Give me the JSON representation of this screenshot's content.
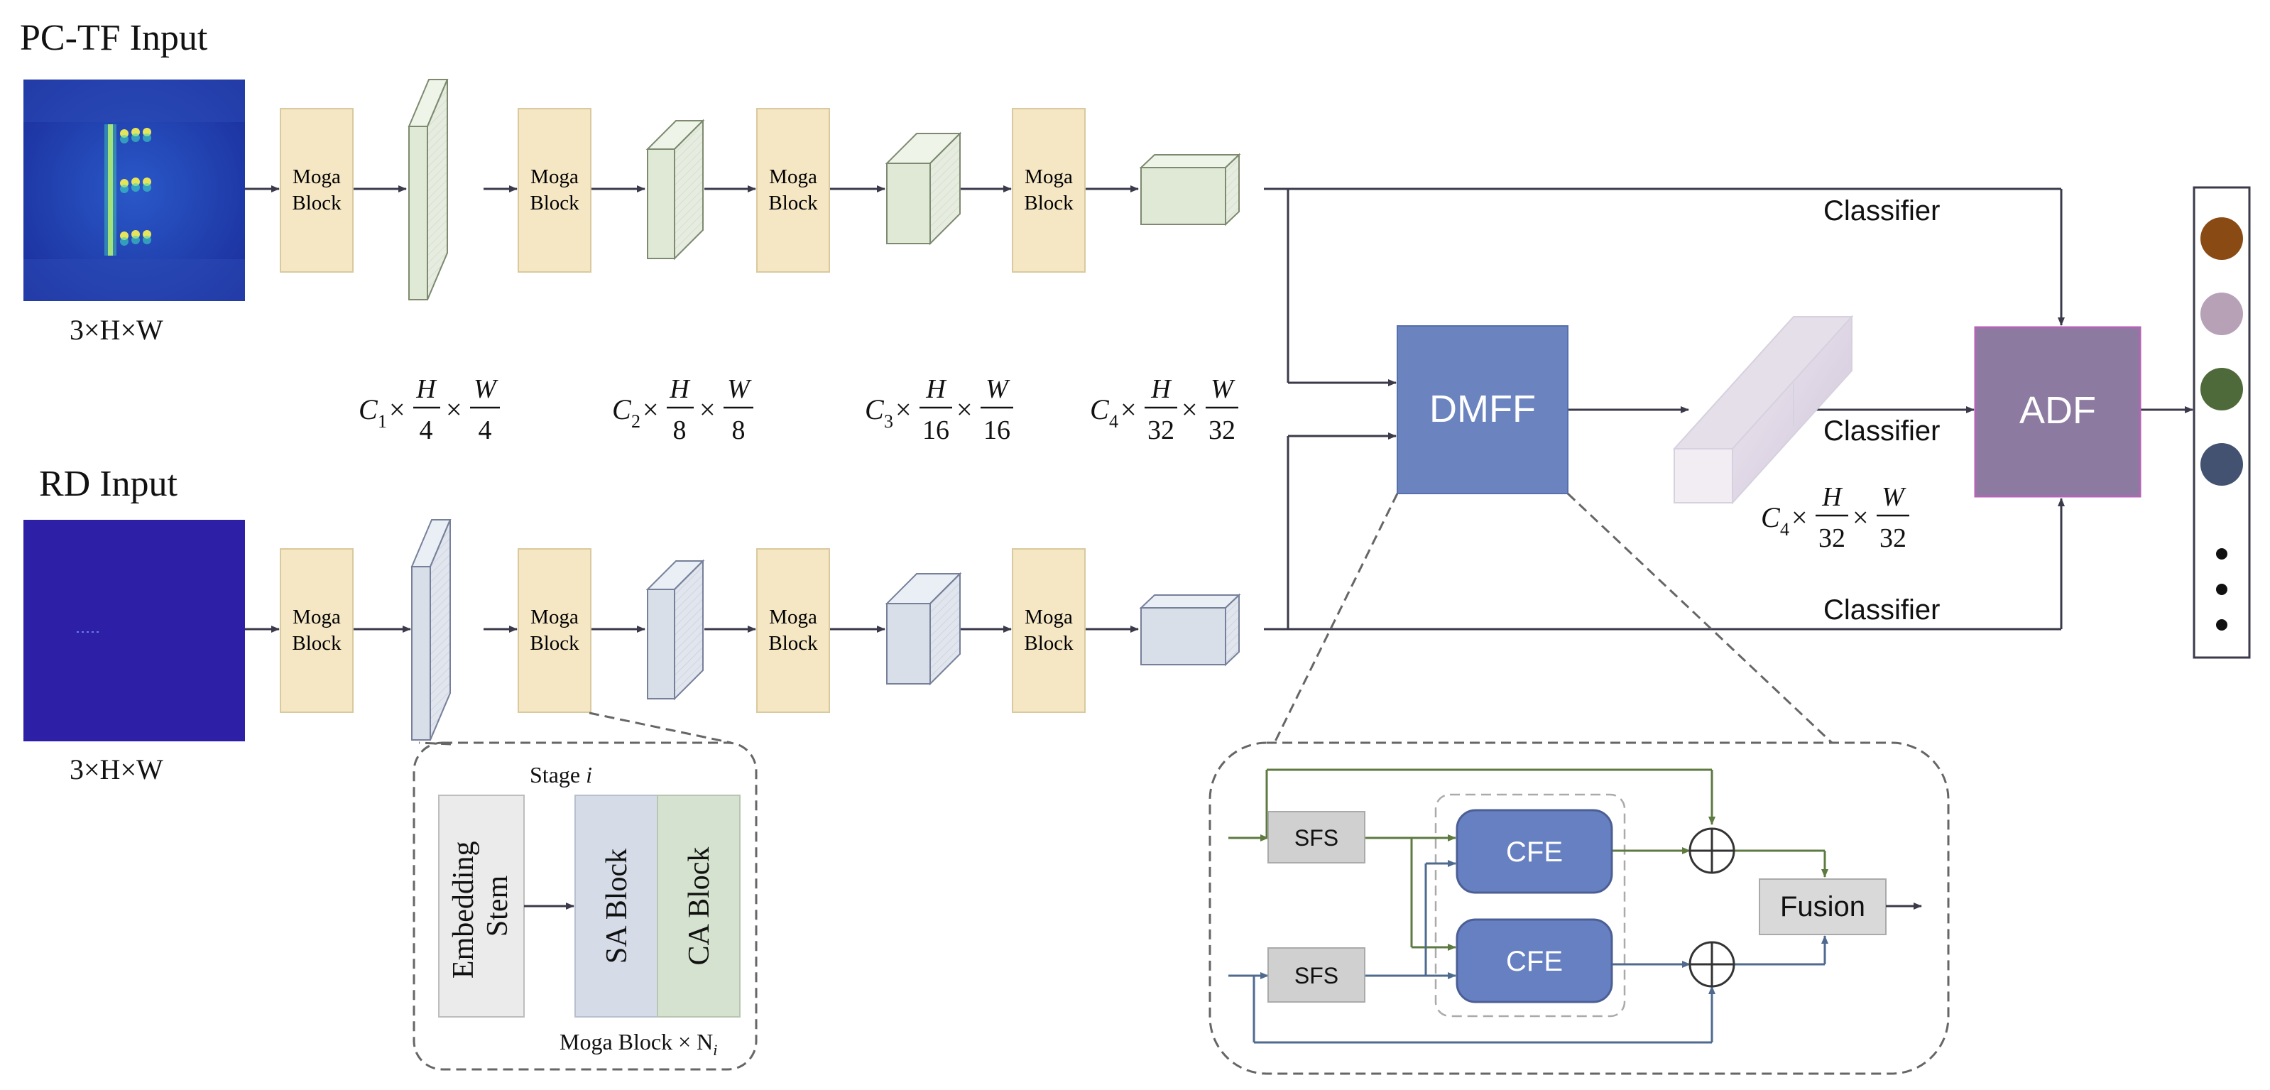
{
  "inputs": {
    "pctf_title": "PC-TF Input",
    "rd_title": "RD Input",
    "pctf_dims": "3×H×W",
    "rd_dims": "3×H×W"
  },
  "moga_block": "Moga\nBlock",
  "moga_line1": "Moga",
  "moga_line2": "Block",
  "feature_sizes": [
    {
      "c": "C",
      "sub": "1",
      "hnum": "H",
      "hden": "4",
      "wnum": "W",
      "wden": "4"
    },
    {
      "c": "C",
      "sub": "2",
      "hnum": "H",
      "hden": "8",
      "wnum": "W",
      "wden": "8"
    },
    {
      "c": "C",
      "sub": "3",
      "hnum": "H",
      "hden": "16",
      "wnum": "W",
      "wden": "16"
    },
    {
      "c": "C",
      "sub": "4",
      "hnum": "H",
      "hden": "32",
      "wnum": "W",
      "wden": "32"
    }
  ],
  "fused_size": {
    "c": "C",
    "sub": "4",
    "hnum": "H",
    "hden": "32",
    "wnum": "W",
    "wden": "32"
  },
  "dmff_label": "DMFF",
  "adf_label": "ADF",
  "classifier_labels": [
    "Classifier",
    "Classifier",
    "Classifier"
  ],
  "stage_detail": {
    "title_prefix": "Stage ",
    "title_var": "i",
    "embedding_line1": "Embedding",
    "embedding_line2": "Stem",
    "sa_block": "SA Block",
    "ca_block": "CA Block",
    "footer_prefix": "Moga Block × N",
    "footer_sub": "i"
  },
  "dmff_detail": {
    "sfs_top": "SFS",
    "sfs_bottom": "SFS",
    "cfe_top": "CFE",
    "cfe_bottom": "CFE",
    "fusion": "Fusion"
  },
  "output_dots": "•\n•\n•",
  "colors": {
    "moga_fill": "#f5e7c4",
    "pctf_feature_fill": "#dfe9d6",
    "rd_feature_fill": "#d9dfe9",
    "dmff_fill": "#6b84bf",
    "adf_fill": "#8d7aa0",
    "cfe_fill": "#6680c2",
    "sfs_fill": "#d0d0d0",
    "fusion_fill": "#d9d9d9",
    "green_path": "#5d7a41",
    "blue_path": "#4f6a8f",
    "sa_fill": "#d5dce8",
    "ca_fill": "#d5e2cf",
    "output_circles": [
      "#8a4a14",
      "#b7a1b7",
      "#4f6a3a",
      "#425270"
    ]
  }
}
